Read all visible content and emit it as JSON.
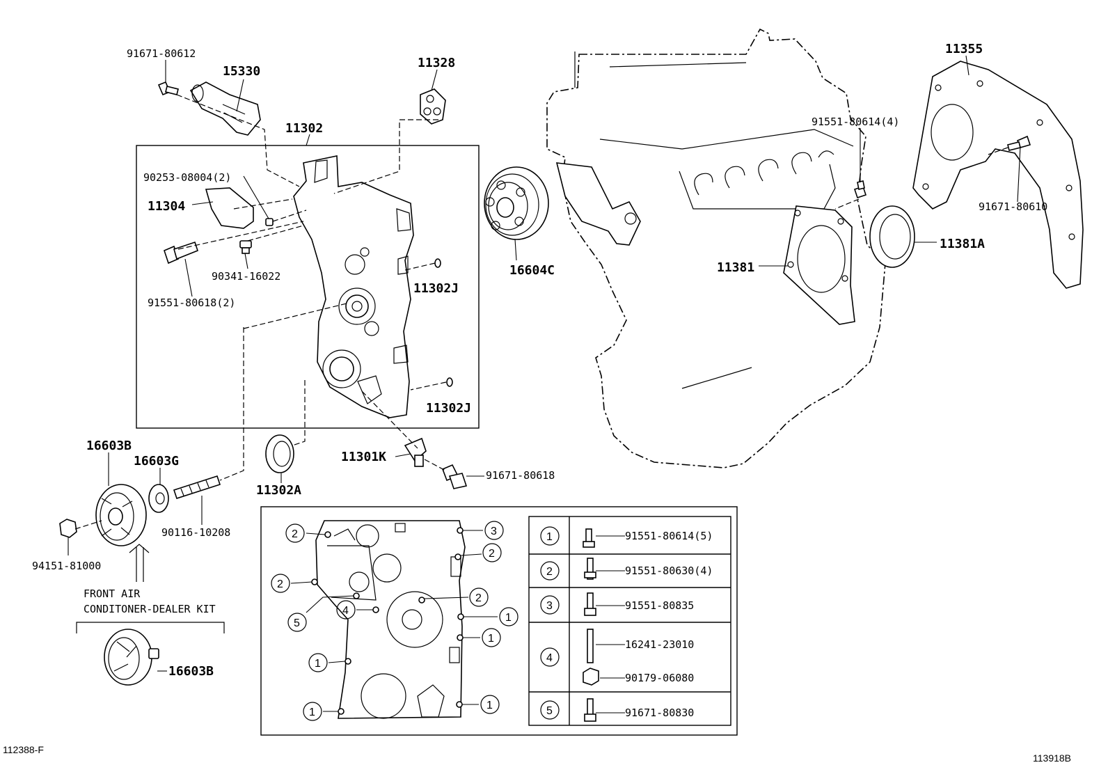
{
  "callouts": {
    "p91671_80612": "91671-80612",
    "p15330": "15330",
    "p11328": "11328",
    "p11302": "11302",
    "p90253_08004": "90253-08004(2)",
    "p11304": "11304",
    "p90341_16022": "90341-16022",
    "p91551_80618": "91551-80618(2)",
    "p11302J_a": "11302J",
    "p11302J_b": "11302J",
    "p16604C": "16604C",
    "p11355": "11355",
    "p91551_80614_4": "91551-80614(4)",
    "p91671_80610": "91671-80610",
    "p11381A": "11381A",
    "p11381": "11381",
    "p16603B": "16603B",
    "p16603G": "16603G",
    "p90116_10208": "90116-10208",
    "p94151_81000": "94151-81000",
    "p11302A": "11302A",
    "p11301K": "11301K",
    "p91671_80618": "91671-80618",
    "p16603B_kit": "16603B"
  },
  "kit_note": {
    "line1": "FRONT AIR",
    "line2": "CONDITONER-DEALER KIT"
  },
  "legend": [
    {
      "num": "1",
      "parts": [
        "91551-80614(5)"
      ]
    },
    {
      "num": "2",
      "parts": [
        "91551-80630(4)"
      ]
    },
    {
      "num": "3",
      "parts": [
        "91551-80835"
      ]
    },
    {
      "num": "4",
      "parts": [
        "16241-23010",
        "90179-06080"
      ]
    },
    {
      "num": "5",
      "parts": [
        "91671-80830"
      ]
    }
  ],
  "detail_markers": [
    "2",
    "3",
    "2",
    "2",
    "2",
    "4",
    "5",
    "1",
    "1",
    "1",
    "1",
    "1"
  ],
  "footer": {
    "left": "112388-F",
    "right": "113918B"
  }
}
